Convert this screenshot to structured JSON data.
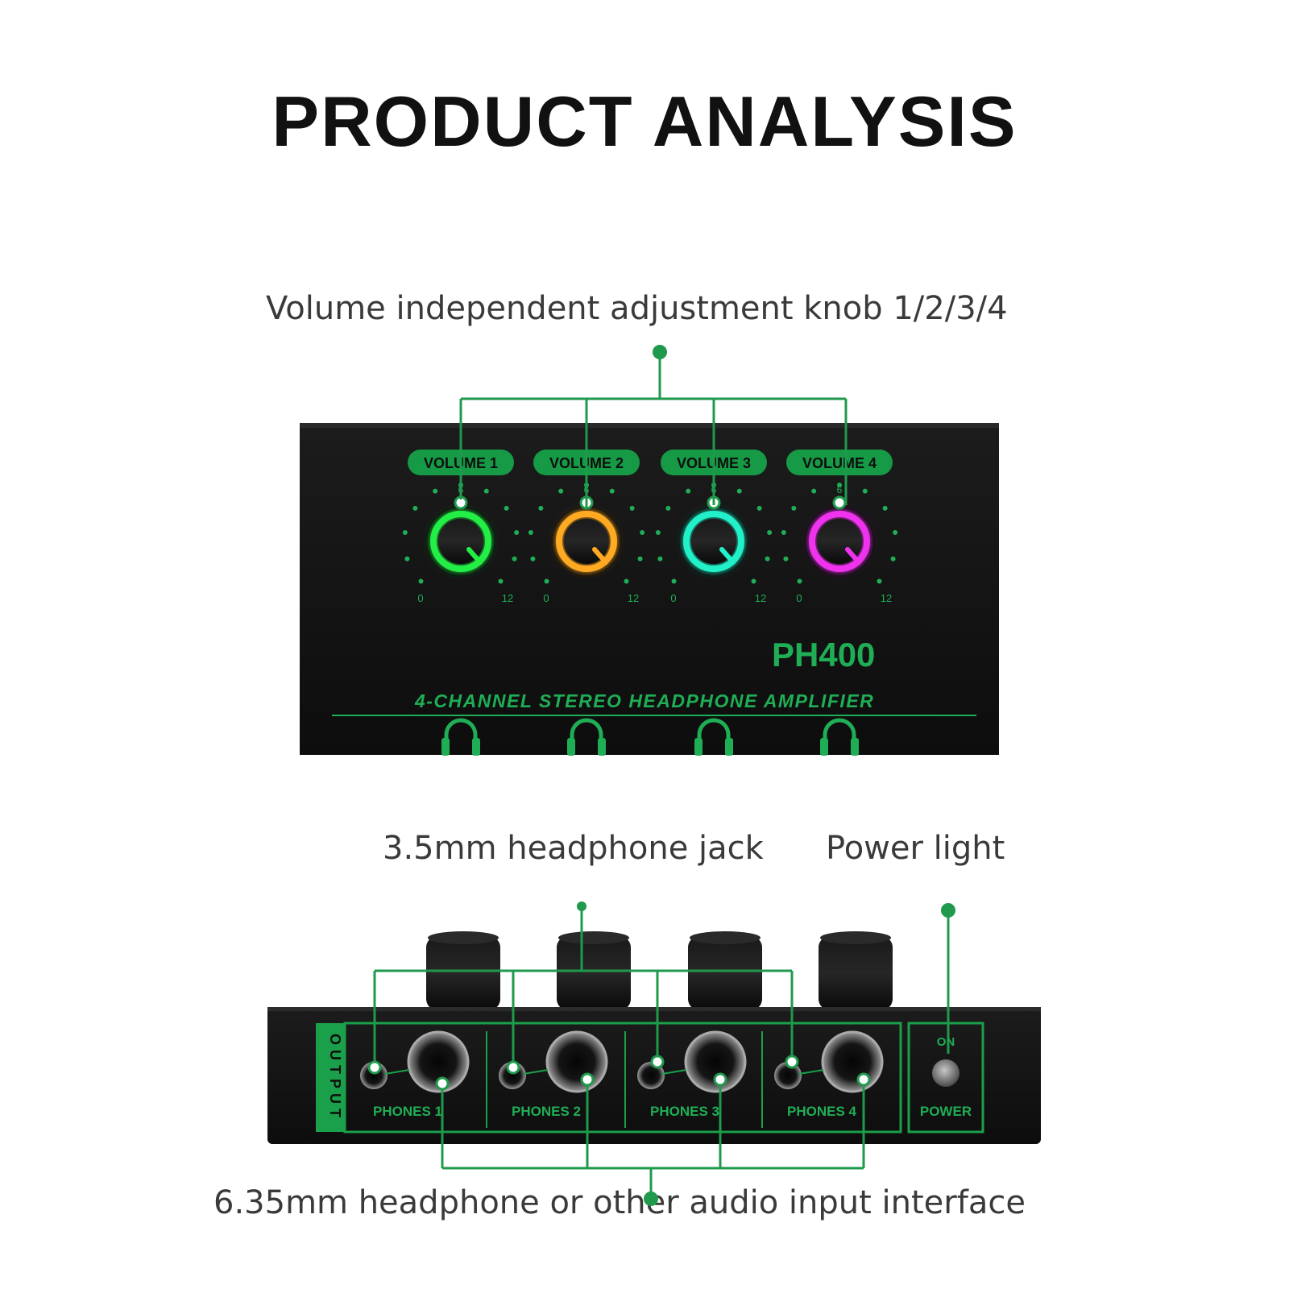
{
  "title": "PRODUCT ANALYSIS",
  "callouts": {
    "volume_knob": "Volume independent adjustment knob 1/2/3/4",
    "headphone_jack_35": "3.5mm headphone jack",
    "power_light": "Power light",
    "headphone_jack_635": "6.35mm headphone or other audio input interface"
  },
  "front_panel": {
    "channels": [
      {
        "label": "VOLUME 1",
        "ring_color": "#22ee44"
      },
      {
        "label": "VOLUME 2",
        "ring_color": "#ffaa22"
      },
      {
        "label": "VOLUME 3",
        "ring_color": "#22f0c8"
      },
      {
        "label": "VOLUME 4",
        "ring_color": "#ee33ee"
      }
    ],
    "scale_min": "0",
    "scale_mid": "6",
    "scale_max": "12",
    "model": "PH400",
    "subtitle": "4-CHANNEL STEREO HEADPHONE AMPLIFIER",
    "headphone_icon_count": 4
  },
  "rear_panel": {
    "section_label": "OUTPUT",
    "ports": [
      "PHONES 1",
      "PHONES 2",
      "PHONES 3",
      "PHONES 4"
    ],
    "power_on_label": "ON",
    "power_label": "POWER"
  },
  "colors": {
    "accent": "#1aa04a",
    "callout_line": "#1f9a4c",
    "device_body": "#151515",
    "panel_text": "#1fae55"
  }
}
